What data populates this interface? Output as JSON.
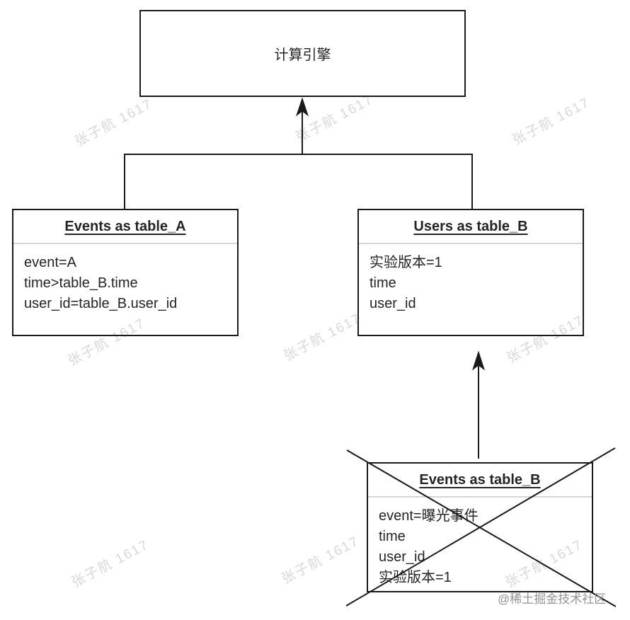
{
  "diagram": {
    "engine": {
      "title": "计算引擎"
    },
    "table_a": {
      "title": "Events as table_A",
      "rows": [
        "event=A",
        "time>table_B.time",
        "user_id=table_B.user_id"
      ]
    },
    "table_b": {
      "title": "Users as table_B",
      "rows": [
        "实验版本=1",
        "time",
        "user_id"
      ]
    },
    "events_b": {
      "title": "Events as table_B",
      "crossed_out": true,
      "rows": [
        "event=曝光事件",
        "time",
        "user_id",
        "实验版本=1"
      ]
    }
  },
  "watermark": {
    "text": "张子航 1617",
    "credit": "@稀土掘金技术社区"
  },
  "colors": {
    "line": "#1a1a1a",
    "box_border": "#1a1a1a",
    "header_separator": "#d6d6d6",
    "watermark": "#d8d8d8",
    "credit": "#949494"
  }
}
